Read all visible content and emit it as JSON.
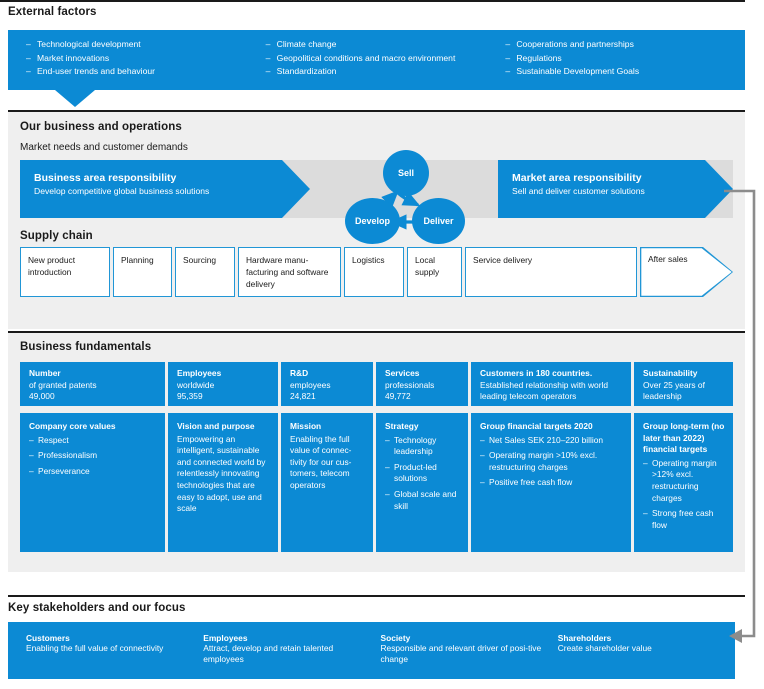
{
  "external": {
    "title": "External factors",
    "columns": [
      [
        "Technological development",
        "Market innovations",
        "End-user trends and behaviour"
      ],
      [
        "Climate change",
        "Geopolitical conditions and macro environment",
        "Standardization"
      ],
      [
        "Cooperations and partnerships",
        "Regulations",
        "Sustainable Development Goals"
      ]
    ]
  },
  "operations": {
    "title": "Our business and operations",
    "subtitle": "Market needs and customer demands",
    "business_arrow": {
      "heading": "Business area responsibility",
      "sub": "Develop competitive global business solutions"
    },
    "market_arrow": {
      "heading": "Market area responsibility",
      "sub": "Sell and deliver customer solutions"
    },
    "cycle": {
      "sell": "Sell",
      "develop": "Develop",
      "deliver": "Deliver"
    }
  },
  "supply_chain": {
    "title": "Supply chain",
    "steps": [
      "New product introduction",
      "Planning",
      "Sourcing",
      "Hardware manu-facturing and software delivery",
      "Logistics",
      "Local supply",
      "Service delivery",
      "After sales"
    ]
  },
  "fundamentals": {
    "title": "Business fundamentals",
    "stats": [
      {
        "head": "Number",
        "lines": [
          "of granted patents",
          "49,000"
        ]
      },
      {
        "head": "Employees",
        "lines": [
          "worldwide",
          "95,359"
        ]
      },
      {
        "head": "R&D",
        "lines": [
          "employees",
          "24,821"
        ]
      },
      {
        "head": "Services",
        "lines": [
          "professionals",
          "49,772"
        ]
      },
      {
        "head": "Customers in 180 countries.",
        "lines": [
          "Established relationship with world leading telecom operators"
        ]
      },
      {
        "head": "Sustainability",
        "lines": [
          "Over 25 years of leadership"
        ]
      }
    ],
    "cards": [
      {
        "head": "Company core values",
        "body": "",
        "bullets": [
          "Respect",
          "Professionalism",
          "Perseverance"
        ]
      },
      {
        "head": "Vision and purpose",
        "body": "Empowering an intelligent, sustainable and connected world by relentlessly innovating technologies that are easy to adopt, use and scale",
        "bullets": []
      },
      {
        "head": "Mission",
        "body": "Enabling the full value of connec-tivity for our cus-tomers, telecom operators",
        "bullets": []
      },
      {
        "head": "Strategy",
        "body": "",
        "bullets": [
          "Technology leadership",
          "Product-led solutions",
          "Global scale and skill"
        ]
      },
      {
        "head": "Group financial targets 2020",
        "body": "",
        "bullets": [
          "Net Sales SEK 210–220 billion",
          "Operating margin >10% excl. restructuring charges",
          "Positive free cash flow"
        ]
      },
      {
        "head": "Group long-term (no later than 2022) financial targets",
        "body": "",
        "bullets": [
          "Operating margin >12% excl. restructuring charges",
          "Strong free cash flow"
        ]
      }
    ]
  },
  "stakeholders": {
    "title": "Key stakeholders and our focus",
    "items": [
      {
        "head": "Customers",
        "sub": "Enabling the full value of connectivity"
      },
      {
        "head": "Employees",
        "sub": "Attract, develop and retain talented employees"
      },
      {
        "head": "Society",
        "sub": "Responsible and relevant driver of posi-tive change"
      },
      {
        "head": "Shareholders",
        "sub": "Create shareholder value"
      }
    ]
  },
  "colors": {
    "brand_blue": "#0c8ad4",
    "panel_gray": "#efefef",
    "band_gray": "#dcdcdc",
    "connector_gray": "#8c8c8c"
  }
}
